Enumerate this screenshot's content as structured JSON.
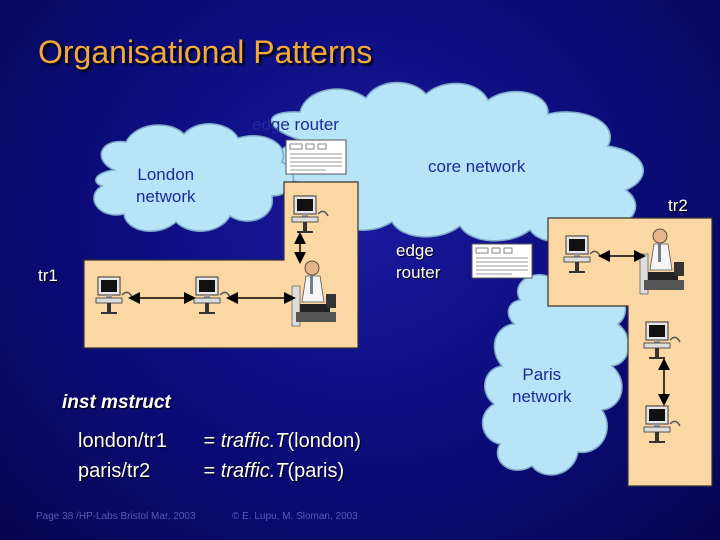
{
  "slide": {
    "title": "Organisational Patterns",
    "labels": {
      "edge_router_top": "edge router",
      "core_network": "core network",
      "london_line1": "London",
      "london_line2": "network",
      "tr1": "tr1",
      "tr2": "tr2",
      "edge_router_mid_line1": "edge",
      "edge_router_mid_line2": "router",
      "paris_line1": "Paris",
      "paris_line2": "network"
    },
    "heading": "inst mstruct",
    "code": [
      {
        "lhs": "london/tr1",
        "eq": " = ",
        "fn": "traffic.T",
        "arg": "(london)"
      },
      {
        "lhs": "paris/tr2",
        "eq": " = ",
        "fn": "traffic.T",
        "arg": "(paris)"
      }
    ],
    "footer_left": "Page 38 /HP-Labs Bristol Mar. 2003",
    "footer_right": "© E. Lupu, M. Sloman, 2003"
  },
  "colors": {
    "background": "#0b0b78",
    "title": "#f2a93b",
    "cloud": "#b7e4f7",
    "cloud_text": "#1e2a9a",
    "domain_fill": "#fbd7a4"
  },
  "icons": [
    "router-icon",
    "workstation-icon",
    "person-at-computer-icon",
    "double-arrow-icon"
  ]
}
